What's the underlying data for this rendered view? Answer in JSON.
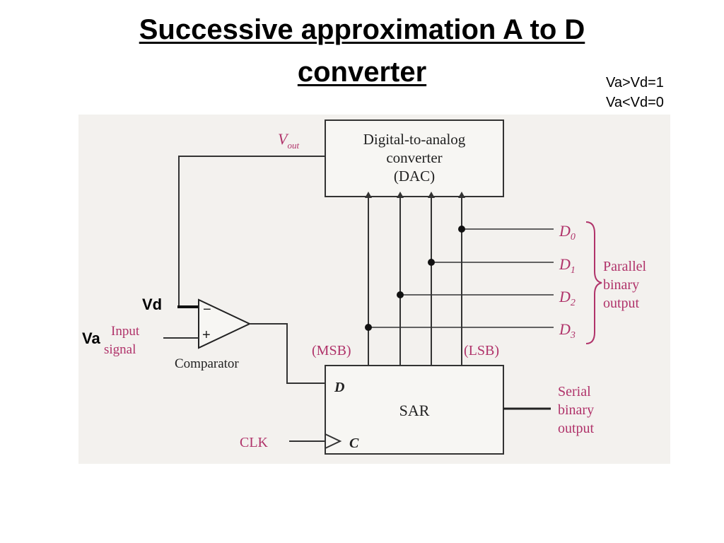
{
  "slide": {
    "title_line1": "Successive approximation A to D",
    "title_line2": "converter",
    "rules": [
      "Va>Vd=1",
      "Va<Vd=0"
    ]
  },
  "diagram": {
    "dac_lines": [
      "Digital-to-analog",
      "converter",
      "(DAC)"
    ],
    "vout_label": "V",
    "vout_sub": "out",
    "bits": [
      {
        "name": "D",
        "sub": "0"
      },
      {
        "name": "D",
        "sub": "1"
      },
      {
        "name": "D",
        "sub": "2"
      },
      {
        "name": "D",
        "sub": "3"
      }
    ],
    "parallel_label": [
      "Parallel",
      "binary",
      "output"
    ],
    "msb_label": "(MSB)",
    "lsb_label": "(LSB)",
    "vd_label": "Vd",
    "va_label": "Va",
    "input_label": [
      "Input",
      "signal"
    ],
    "comparator_label": "Comparator",
    "comparator_minus": "−",
    "comparator_plus": "+",
    "sar_label": "SAR",
    "sar_d_label": "D",
    "sar_c_label": "C",
    "clk_label": "CLK",
    "serial_label": [
      "Serial",
      "binary",
      "output"
    ],
    "colors": {
      "label_pink": "#b0336a",
      "line": "#333333",
      "box_fill": "#f7f6f3",
      "background": "#f3f1ee"
    }
  }
}
